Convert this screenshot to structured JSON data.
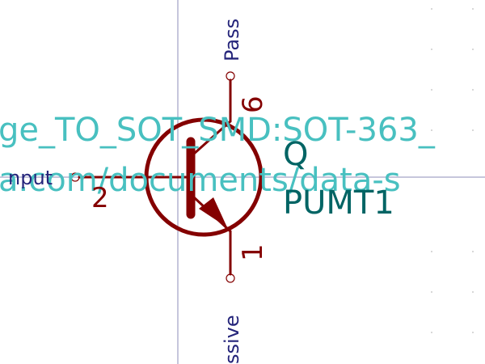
{
  "symbol": {
    "reference": "Q",
    "value": "PUMT1",
    "footprint_fragment": "ge_TO_SOT_SMD:SOT-363_",
    "datasheet_fragment": "a.com/documents/data-s"
  },
  "pins": {
    "collector": {
      "number": "6",
      "name_fragment": "Pass"
    },
    "base": {
      "number": "2",
      "name_fragment": "nput"
    },
    "emitter": {
      "number": "1",
      "name_fragment": "ssive"
    }
  },
  "colors": {
    "background": "#ffffff",
    "body_outline": "#840000",
    "pin_number": "#840000",
    "pin_name": "#24247a",
    "reference": "#006464",
    "field_text": "#48c0c0",
    "crosshair": "#8e8eb8",
    "pin_end_circle": "#840000",
    "grid_dot": "#d8d8d8"
  }
}
